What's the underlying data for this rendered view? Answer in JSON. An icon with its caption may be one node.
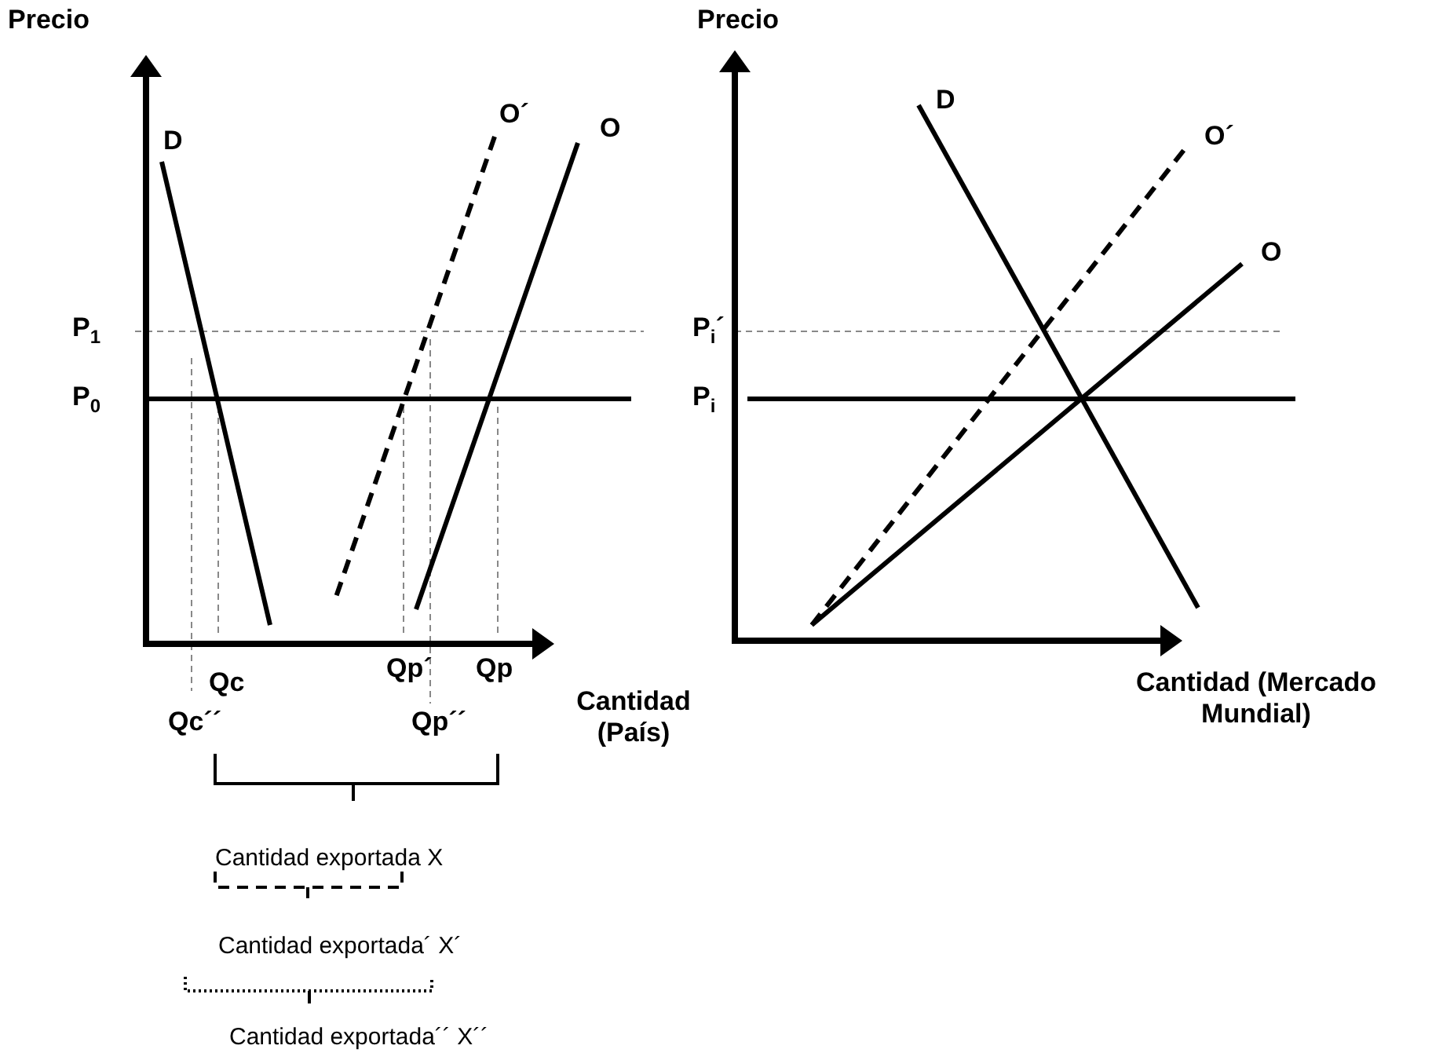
{
  "diagram": {
    "labels": [
      "Precio",
      "Precio",
      "D",
      "O´",
      "O",
      "D",
      "O´",
      "O",
      "P$_{1}$",
      "P$_{i}$´",
      "P$_{0}$",
      "P$_{i}$",
      "Qp´",
      "Qp",
      "Qc",
      "Cantidad (País)",
      "Cantidad (Mercado Mundial)",
      "Qc´´",
      "Qp´´",
      "Cantidad exportada X",
      "Cantidad exportada´ X´",
      "Cantidad exportada´´ X´´"
    ]
  }
}
